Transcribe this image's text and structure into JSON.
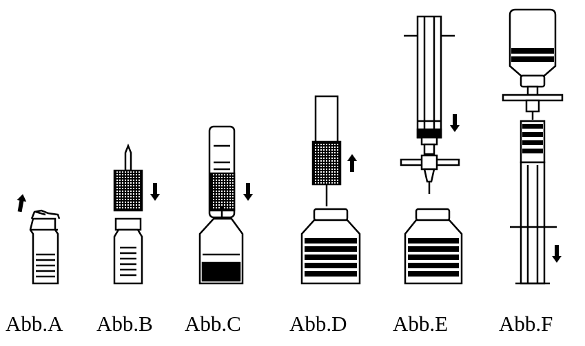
{
  "figure": {
    "panels": [
      {
        "id": "A",
        "label": "Abb.A",
        "action": "remove-flip-cap",
        "arrow": "up"
      },
      {
        "id": "B",
        "label": "Abb.B",
        "action": "place-adapter-on-vial",
        "arrow": "down"
      },
      {
        "id": "C",
        "label": "Abb.C",
        "action": "press-adapter-onto-bottle",
        "arrow": "down"
      },
      {
        "id": "D",
        "label": "Abb.D",
        "action": "remove-adapter-packaging",
        "arrow": "up"
      },
      {
        "id": "E",
        "label": "Abb.E",
        "action": "attach-syringe-to-adapter",
        "arrow": "down"
      },
      {
        "id": "F",
        "label": "Abb.F",
        "action": "inverted-bottle-withdraw-syringe",
        "arrow": "down"
      }
    ]
  },
  "colors": {
    "ink": "#000000",
    "paper": "#ffffff"
  },
  "icons": [
    "arrow-up-icon",
    "arrow-down-icon"
  ]
}
